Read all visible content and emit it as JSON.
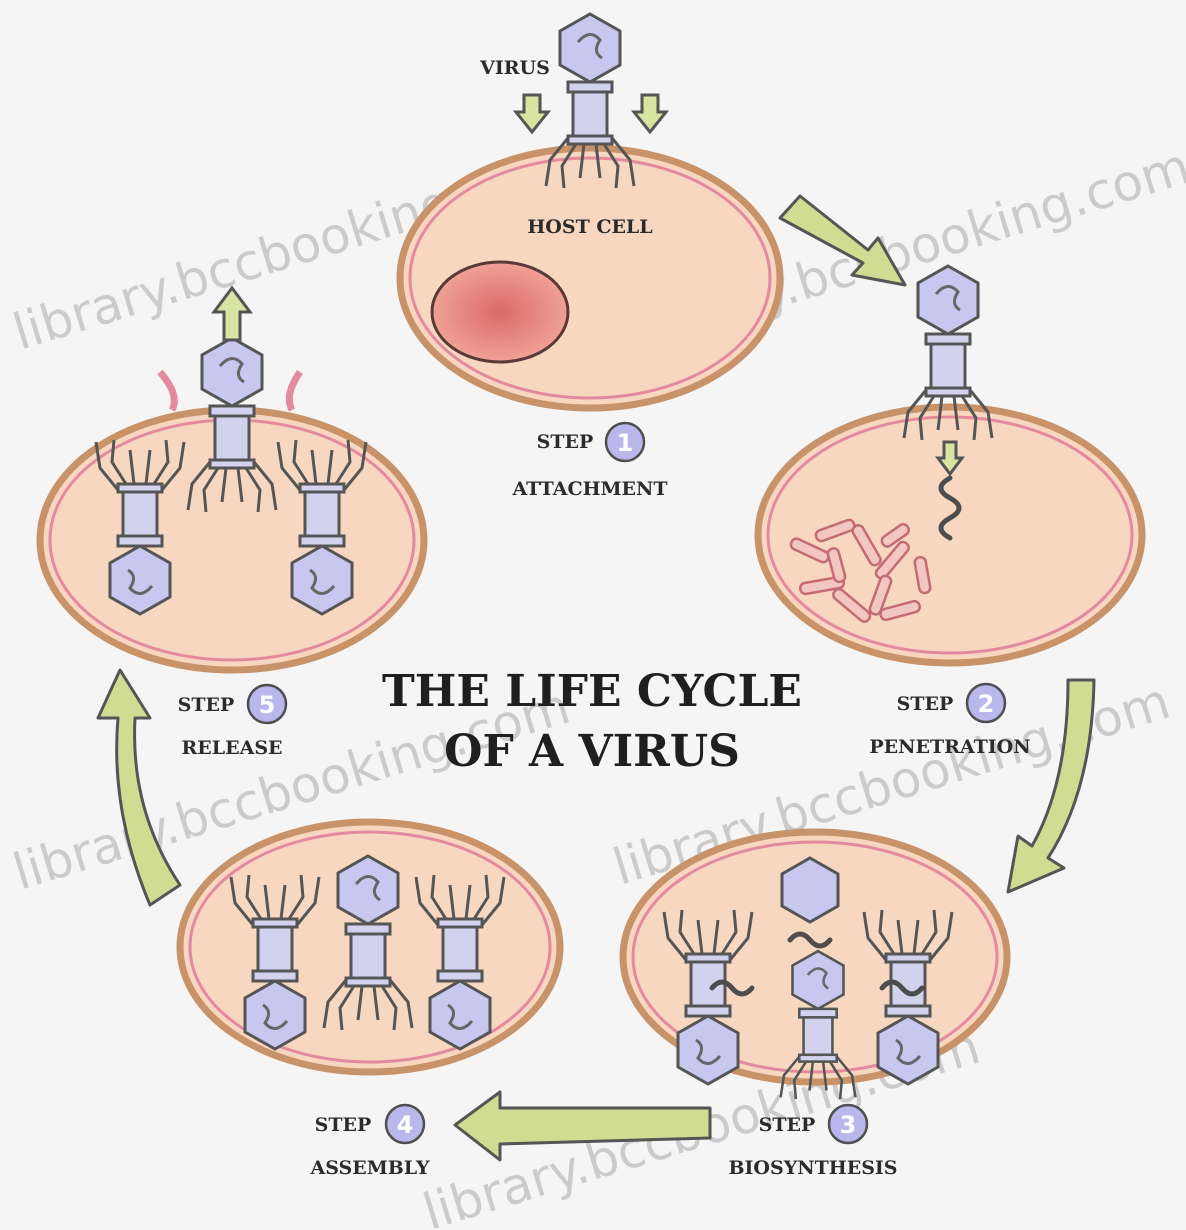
{
  "title": {
    "line1": "THE LIFE CYCLE",
    "line2": "OF A VIRUS"
  },
  "labels": {
    "virus": "VIRUS",
    "host_cell": "HOST CELL"
  },
  "steps": [
    {
      "prefix": "STEP",
      "number": "1",
      "name": "ATTACHMENT"
    },
    {
      "prefix": "STEP",
      "number": "2",
      "name": "PENETRATION"
    },
    {
      "prefix": "STEP",
      "number": "3",
      "name": "BIOSYNTHESIS"
    },
    {
      "prefix": "STEP",
      "number": "4",
      "name": "ASSEMBLY"
    },
    {
      "prefix": "STEP",
      "number": "5",
      "name": "RELEASE"
    }
  ],
  "watermark": "library.bccbooking.com",
  "colors": {
    "cell_fill": "#f7d7bf",
    "cell_border": "#c89368",
    "nucleus": "#e58a80",
    "arrow": "#cfdc92",
    "virus_head": "#c7c7ef",
    "badge": "#b9b7eb"
  }
}
